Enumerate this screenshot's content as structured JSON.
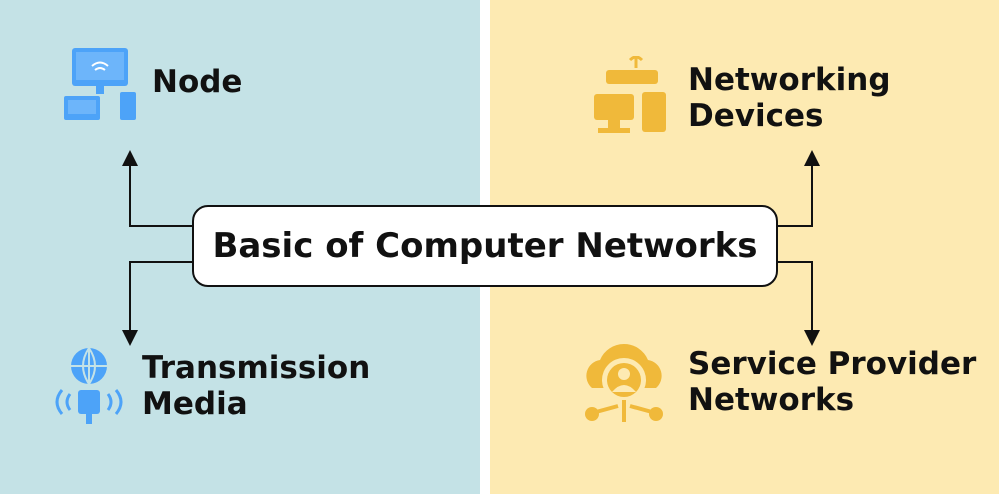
{
  "title": "Basic of Computer Networks",
  "nodes": [
    {
      "label": "Node",
      "icon": "devices-icon"
    },
    {
      "label": "Networking Devices",
      "line1": "Networking",
      "line2": "Devices",
      "icon": "router-icon"
    },
    {
      "label": "Transmission Media",
      "line1": "Transmission",
      "line2": "Media",
      "icon": "globe-satellite-icon"
    },
    {
      "label": "Service Provider Networks",
      "line1": "Service Provider",
      "line2": "Networks",
      "icon": "cloud-user-icon"
    }
  ],
  "colors": {
    "left_bg": "#c4e2e6",
    "right_bg": "#fdeab2",
    "blue": "#4da3f8",
    "yellow": "#f0b93a"
  }
}
